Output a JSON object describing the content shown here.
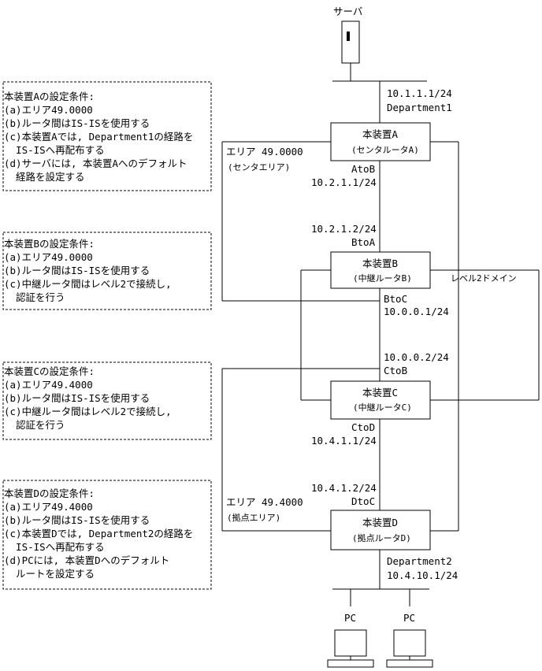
{
  "server": {
    "label": "サーバ"
  },
  "department1": {
    "ip": "10.1.1.1/24",
    "name": "Department1"
  },
  "device_a": {
    "title": "本装置A",
    "role": "(センタルータA)",
    "iface_name": "AtoB",
    "iface_ip": "10.2.1.1/24"
  },
  "device_b": {
    "title": "本装置B",
    "role": "(中継ルータB)",
    "iface_in_ip": "10.2.1.2/24",
    "iface_in_name": "BtoA",
    "iface_out_name": "BtoC",
    "iface_out_ip": "10.0.0.1/24"
  },
  "device_c": {
    "title": "本装置C",
    "role": "(中継ルータC)",
    "iface_in_ip": "10.0.0.2/24",
    "iface_in_name": "CtoB",
    "iface_out_name": "CtoD",
    "iface_out_ip": "10.4.1.1/24"
  },
  "device_d": {
    "title": "本装置D",
    "role": "(拠点ルータD)",
    "iface_in_ip": "10.4.1.2/24",
    "iface_in_name": "DtoC"
  },
  "department2": {
    "name": "Department2",
    "ip": "10.4.10.1/24"
  },
  "area_center": {
    "line1": "エリア 49.0000",
    "line2": "(センタエリア)"
  },
  "area_branch": {
    "line1": "エリア 49.4000",
    "line2": "(拠点エリア)"
  },
  "level2_domain": {
    "label": "レベル2ドメイン"
  },
  "pcs": [
    {
      "label": "PC"
    },
    {
      "label": "PC"
    }
  ],
  "conditions": [
    {
      "title": "本装置Aの設定条件:",
      "lines": [
        "(a)エリア49.0000",
        "(b)ルータ間はIS-ISを使用する",
        "(c)本装置Aでは, Department1の経路を",
        "  IS-ISへ再配布する",
        "(d)サーバには, 本装置Aへのデフォルト",
        "  経路を設定する"
      ]
    },
    {
      "title": "本装置Bの設定条件:",
      "lines": [
        "(a)エリア49.0000",
        "(b)ルータ間はIS-ISを使用する",
        "(c)中継ルータ間はレベル2で接続し,",
        "  認証を行う"
      ]
    },
    {
      "title": "本装置Cの設定条件:",
      "lines": [
        "(a)エリア49.4000",
        "(b)ルータ間はIS-ISを使用する",
        "(c)中継ルータ間はレベル2で接続し,",
        "  認証を行う"
      ]
    },
    {
      "title": "本装置Dの設定条件:",
      "lines": [
        "(a)エリア49.4000",
        "(b)ルータ間はIS-ISを使用する",
        "(c)本装置Dでは, Department2の経路を",
        "  IS-ISへ再配布する",
        "(d)PCには, 本装置Dへのデフォルト",
        "  ルートを設定する"
      ]
    }
  ]
}
